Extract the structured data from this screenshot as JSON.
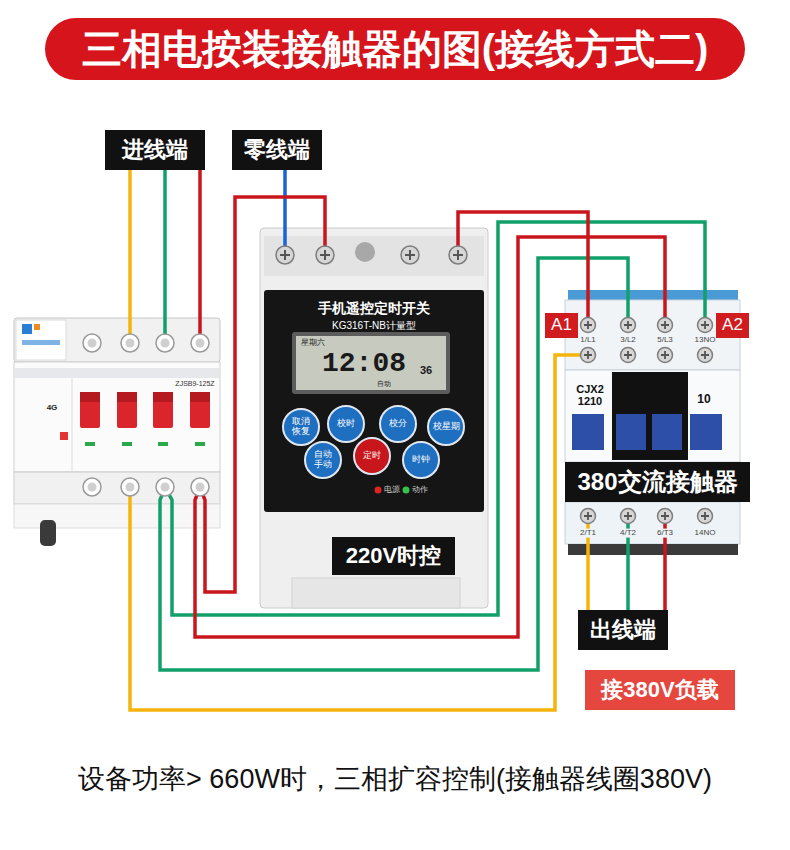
{
  "diagram": {
    "title": "三相电按装接触器的图(接线方式二)",
    "caption": "设备功率> 660W时，三相扩容控制(接触器线圈380V)",
    "nodes": [
      {
        "text": [
          "进线端"
        ]
      },
      {
        "text": [
          "零线端"
        ]
      },
      {
        "text": [
          "4G",
          "ZJSB9-125Z"
        ]
      },
      {
        "text": [
          "手机遥控定时开关",
          "KG316T-NB计量型",
          "电源",
          "动作"
        ]
      },
      {
        "text": [
          "星期六",
          "12:08",
          "36",
          "自动"
        ],
        "in": 3
      },
      {
        "text": [
          "取消 恢复"
        ],
        "in": 3
      },
      {
        "text": [
          "校时"
        ],
        "in": 3
      },
      {
        "text": [
          "校分"
        ],
        "in": 3
      },
      {
        "text": [
          "校星期"
        ],
        "in": 3
      },
      {
        "text": [
          "自动 手动"
        ],
        "in": 3
      },
      {
        "text": [
          "定时"
        ],
        "in": 3
      },
      {
        "text": [
          "时钟"
        ],
        "in": 3
      },
      {
        "text": [
          "220V时控"
        ],
        "in": 3
      },
      {
        "text": [
          "A1"
        ]
      },
      {
        "text": [
          "A2"
        ]
      },
      {
        "text": [
          "1/L1",
          "3/L2",
          "5/L3",
          "13NO",
          "CJX2 1210",
          "10",
          "2/T1",
          "4/T2",
          "6/T3",
          "14NO"
        ]
      },
      {
        "text": [
          "380交流接触器"
        ]
      },
      {
        "text": [
          "出线端"
        ]
      },
      {
        "text": [
          "接380V负载"
        ]
      }
    ],
    "edges": [
      {
        "from": 0,
        "to": 2,
        "arrow": "none"
      },
      {
        "from": 0,
        "to": 2,
        "arrow": "none"
      },
      {
        "from": 0,
        "to": 2,
        "arrow": "none"
      },
      {
        "from": 1,
        "to": 3,
        "arrow": "none"
      },
      {
        "from": 2,
        "to": 3,
        "arrow": "none"
      },
      {
        "from": 2,
        "to": 15,
        "arrow": "none"
      },
      {
        "from": 2,
        "to": 15,
        "arrow": "none"
      },
      {
        "from": 2,
        "to": 15,
        "arrow": "none"
      },
      {
        "from": 2,
        "to": 15,
        "arrow": "none"
      },
      {
        "from": 3,
        "to": 15,
        "arrow": "none"
      },
      {
        "from": 15,
        "to": 17,
        "arrow": "none"
      },
      {
        "from": 15,
        "to": 17,
        "arrow": "none"
      },
      {
        "from": 15,
        "to": 17,
        "arrow": "none"
      }
    ]
  }
}
